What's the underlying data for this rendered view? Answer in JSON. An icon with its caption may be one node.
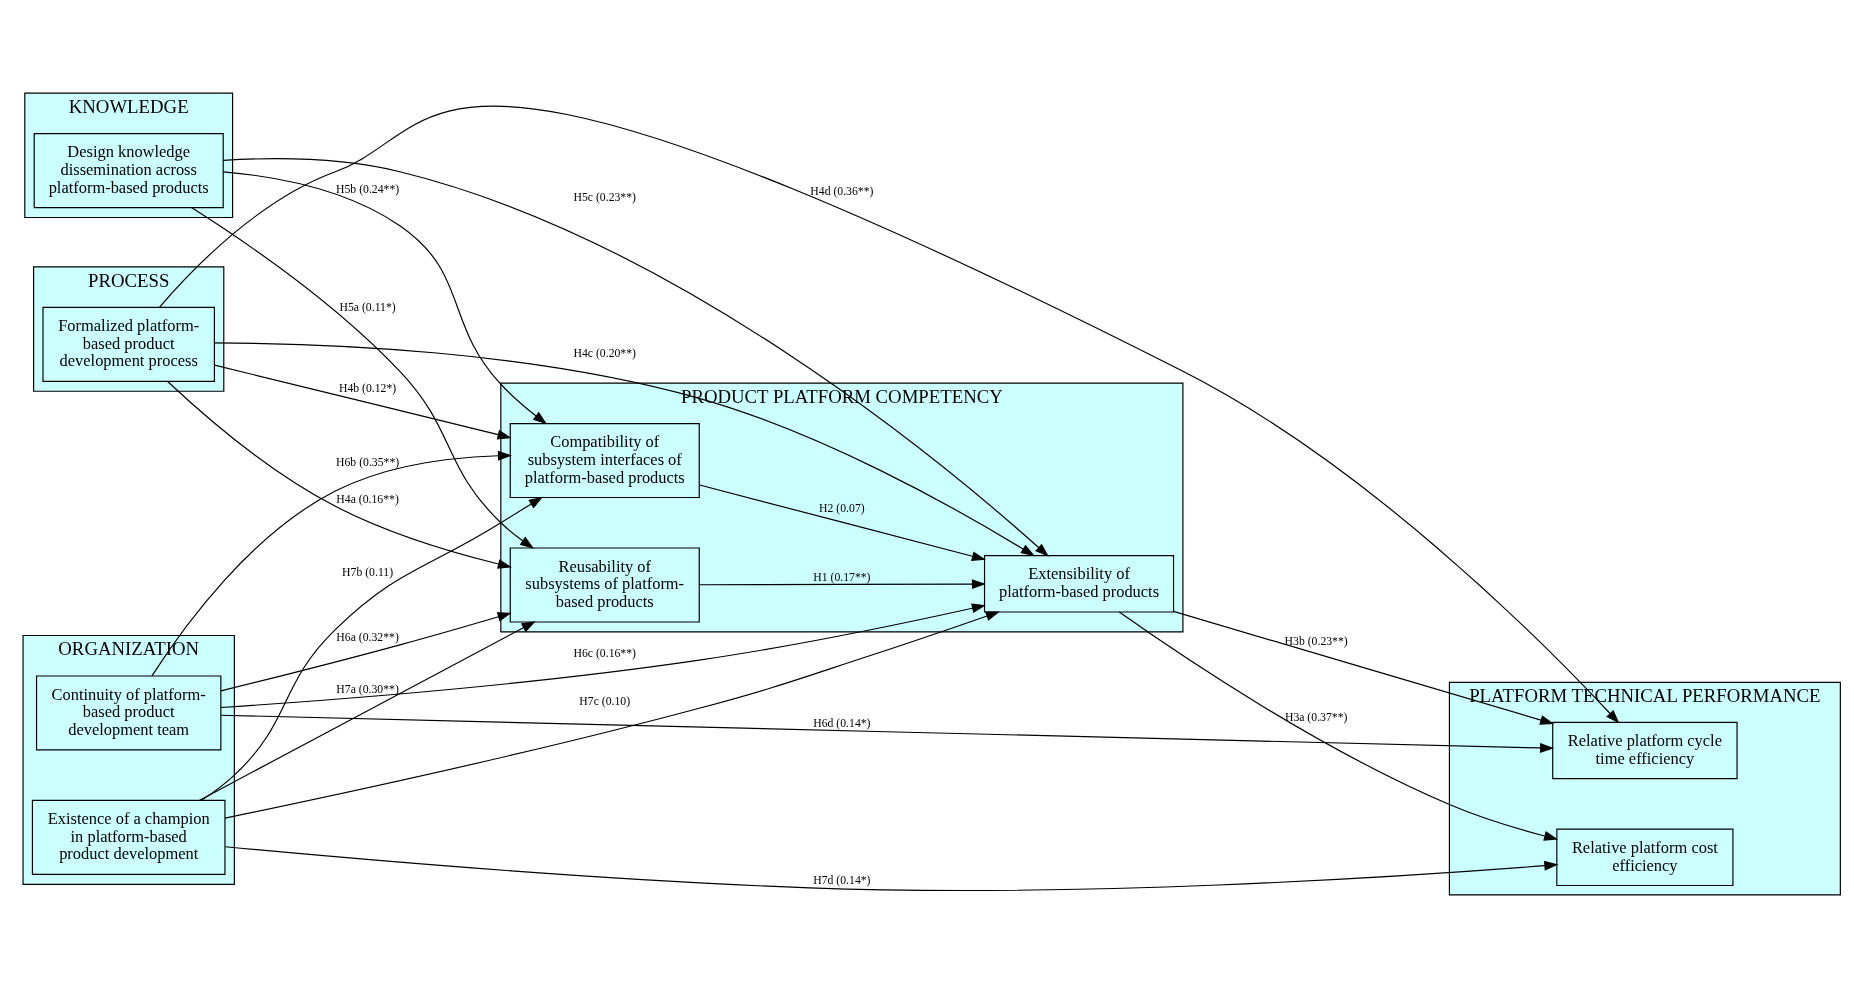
{
  "diagram": {
    "nodes": [
      {
        "text": [
          "PROCESS"
        ]
      },
      {
        "text": [
          "Formalized platform-based product development process"
        ],
        "in": 0
      },
      {
        "text": [
          "KNOWLEDGE"
        ]
      },
      {
        "text": [
          "Design knowledge dissemination across platform-based products"
        ],
        "in": 2
      },
      {
        "text": [
          "ORGANIZATION"
        ]
      },
      {
        "text": [
          "Continuity of platform-based product development team"
        ],
        "in": 4
      },
      {
        "text": [
          "Existence of a champion in platform-based product development"
        ],
        "in": 4
      },
      {
        "text": [
          "PRODUCT PLATFORM COMPETENCY"
        ]
      },
      {
        "text": [
          "Reusability of subsystems of platform-based products"
        ],
        "in": 7
      },
      {
        "text": [
          "Compatibility of subsystem interfaces of platform-based products"
        ],
        "in": 7
      },
      {
        "text": [
          "Extensibility of platform-based products"
        ],
        "in": 7
      },
      {
        "text": [
          "PLATFORM TECHNICAL PERFORMANCE"
        ]
      },
      {
        "text": [
          "Relative platform cost efficiency"
        ],
        "in": 11
      },
      {
        "text": [
          "Relative platform cycle time efficiency"
        ],
        "in": 11
      }
    ],
    "edges": [
      {
        "from": 1,
        "to": 13,
        "arrow": "to",
        "label": "H4d (0.36**)"
      },
      {
        "from": 1,
        "to": 10,
        "arrow": "to",
        "label": "H4c (0.20**)"
      },
      {
        "from": 1,
        "to": 8,
        "arrow": "to",
        "label": "H4a (0.16**)"
      },
      {
        "from": 1,
        "to": 9,
        "arrow": "to",
        "label": "H4b (0.12*)"
      },
      {
        "from": 3,
        "to": 10,
        "arrow": "to",
        "label": "H5c (0.23**)"
      },
      {
        "from": 3,
        "to": 8,
        "arrow": "to",
        "label": "H5a (0.11*)"
      },
      {
        "from": 3,
        "to": 9,
        "arrow": "to",
        "label": "H5b (0.24**)"
      },
      {
        "from": 8,
        "to": 10,
        "arrow": "to",
        "label": "H1 (0.17**)"
      },
      {
        "from": 9,
        "to": 10,
        "arrow": "to",
        "label": "H2 (0.07)"
      },
      {
        "from": 10,
        "to": 12,
        "arrow": "to",
        "label": "H3a (0.37**)"
      },
      {
        "from": 10,
        "to": 13,
        "arrow": "to",
        "label": "H3b (0.23**)"
      },
      {
        "from": 5,
        "to": 8,
        "arrow": "to",
        "label": "H6a (0.32**)"
      },
      {
        "from": 5,
        "to": 9,
        "arrow": "to",
        "label": "H6b (0.35**)"
      },
      {
        "from": 5,
        "to": 10,
        "arrow": "to",
        "label": "H6c (0.16**)"
      },
      {
        "from": 5,
        "to": 13,
        "arrow": "to",
        "label": "H6d (0.14*)"
      },
      {
        "from": 6,
        "to": 9,
        "arrow": "to",
        "label": "H7b (0.11)"
      },
      {
        "from": 6,
        "to": 8,
        "arrow": "to",
        "label": "H7a (0.30**)"
      },
      {
        "from": 6,
        "to": 10,
        "arrow": "to",
        "label": "H7c (0.10)"
      },
      {
        "from": 6,
        "to": 12,
        "arrow": "to",
        "label": "H7d (0.14*)"
      }
    ]
  }
}
